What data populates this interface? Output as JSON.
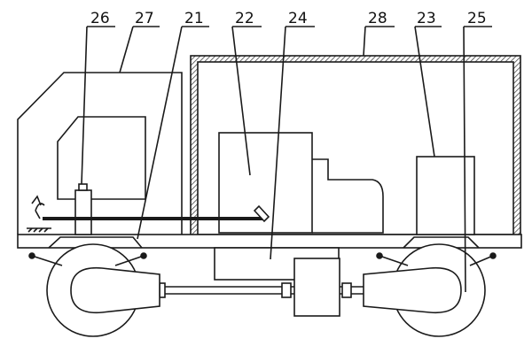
{
  "labels": {
    "l26": "26",
    "l27": "27",
    "l21": "21",
    "l22": "22",
    "l24": "24",
    "l28": "28",
    "l23": "23",
    "l25": "25"
  },
  "colors": {
    "line": "#1a1a1a",
    "hatch": "#555555",
    "background": "#ffffff"
  }
}
